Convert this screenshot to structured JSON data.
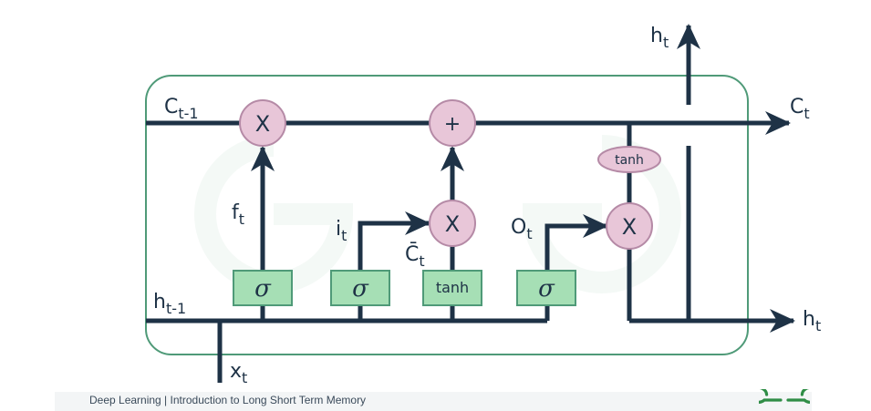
{
  "labels": {
    "c_prev": "C",
    "c_prev_sub": "t-1",
    "c_out": "C",
    "c_out_sub": "t",
    "h_top": "h",
    "h_top_sub": "t",
    "h_out": "h",
    "h_out_sub": "t",
    "h_prev": "h",
    "h_prev_sub": "t-1",
    "x_in": "x",
    "x_in_sub": "t",
    "f": "f",
    "f_sub": "t",
    "i": "i",
    "i_sub": "t",
    "c_tilde": "C̄",
    "c_tilde_sub": "t",
    "o": "O",
    "o_sub": "t"
  },
  "ops": {
    "forget_mult": "X",
    "add": "+",
    "input_mult": "X",
    "output_mult": "X",
    "cell_tanh": "tanh"
  },
  "gates": {
    "forget": "σ",
    "input": "σ",
    "candidate": "tanh",
    "output": "σ"
  },
  "footer": {
    "caption": "Deep Learning | Introduction to Long Short Term Memory",
    "logo": "geeksforgeeks-logo"
  },
  "colors": {
    "line": "#1e3246",
    "border": "#4f9a78",
    "op_fill": "#e8c6d8",
    "op_stroke": "#b58aa6",
    "gate_fill": "#a6dfb5",
    "gate_stroke": "#4f9a78",
    "logo": "#2f8d46"
  }
}
